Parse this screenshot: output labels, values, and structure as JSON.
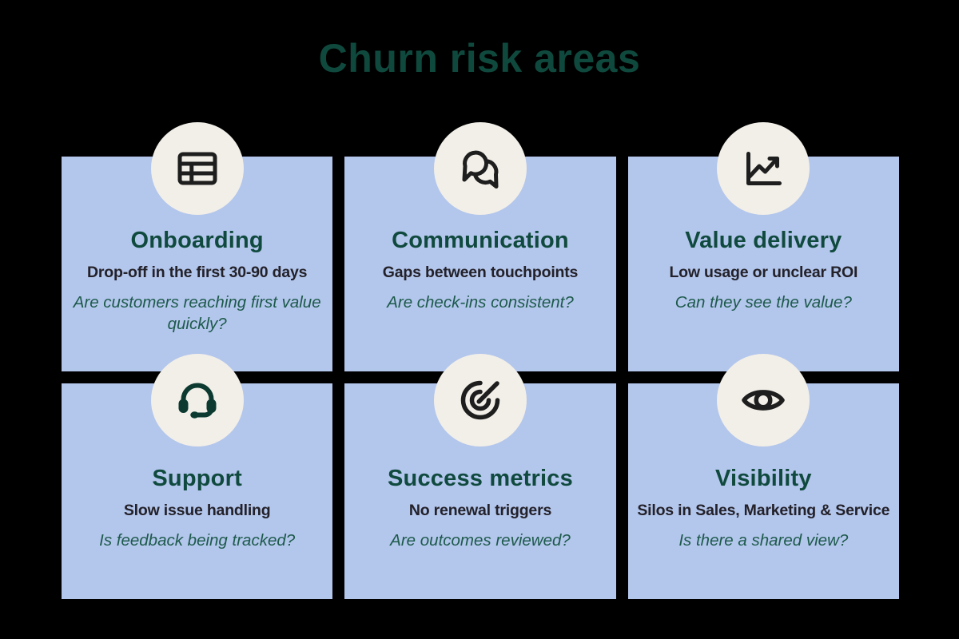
{
  "page": {
    "title": "Churn risk areas"
  },
  "colors": {
    "background": "#000000",
    "card_background": "#b3c6ec",
    "icon_circle_background": "#f2efe8",
    "heading_teal": "#0f493d",
    "card_title_teal": "#104a3e",
    "subtitle_dark": "#232129",
    "question_teal": "#1d5a4b",
    "icon_stroke_dark": "#1e1e1e",
    "headset_fill_teal": "#0c3a30"
  },
  "cards": [
    {
      "icon": "table-icon",
      "title": "Onboarding",
      "subtitle": "Drop-off in the first 30-90 days",
      "question": "Are customers reaching first value quickly?"
    },
    {
      "icon": "chat-bubbles-icon",
      "title": "Communication",
      "subtitle": "Gaps between touchpoints",
      "question": "Are check-ins consistent?"
    },
    {
      "icon": "trend-chart-icon",
      "title": "Value delivery",
      "subtitle": "Low usage or unclear ROI",
      "question": "Can they see the value?"
    },
    {
      "icon": "headset-icon",
      "title": "Support",
      "subtitle": "Slow issue handling",
      "question": "Is feedback being tracked?"
    },
    {
      "icon": "target-icon",
      "title": "Success metrics",
      "subtitle": "No renewal triggers",
      "question": "Are outcomes reviewed?"
    },
    {
      "icon": "eye-icon",
      "title": "Visibility",
      "subtitle": "Silos in Sales, Marketing & Service",
      "question": "Is there a shared view?"
    }
  ]
}
